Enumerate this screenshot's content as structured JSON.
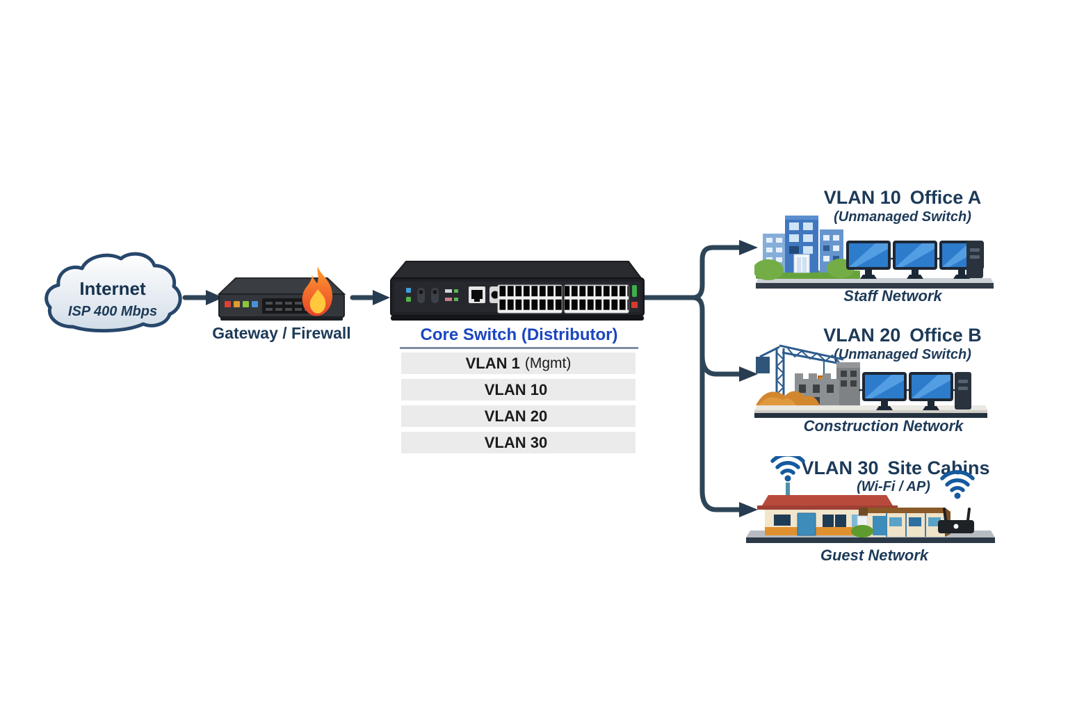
{
  "internet": {
    "title": "Internet",
    "subtitle": "ISP 400 Mbps"
  },
  "gateway": {
    "label": "Gateway / Firewall"
  },
  "core_switch": {
    "title": "Core Switch (Distributor)",
    "vlans": [
      {
        "label": "VLAN 1",
        "note": "(Mgmt)"
      },
      {
        "label": "VLAN 10",
        "note": ""
      },
      {
        "label": "VLAN 20",
        "note": ""
      },
      {
        "label": "VLAN 30",
        "note": ""
      }
    ]
  },
  "branches": [
    {
      "vlan": "VLAN 10",
      "name": "Office A",
      "detail": "(Unmanaged Switch)",
      "network": "Staff Network"
    },
    {
      "vlan": "VLAN 20",
      "name": "Office B",
      "detail": "(Unmanaged Switch)",
      "network": "Construction Network"
    },
    {
      "vlan": "VLAN 30",
      "name": "Site Cabins",
      "detail": "(Wi-Fi / AP)",
      "network": "Guest Network"
    }
  ],
  "colors": {
    "navy_text": "#1d3a58",
    "core_label_blue": "#1b46c0",
    "connector": "#2e4557",
    "vlan_row_bg": "#ebebeb",
    "wifi_blue": "#155a9e"
  }
}
